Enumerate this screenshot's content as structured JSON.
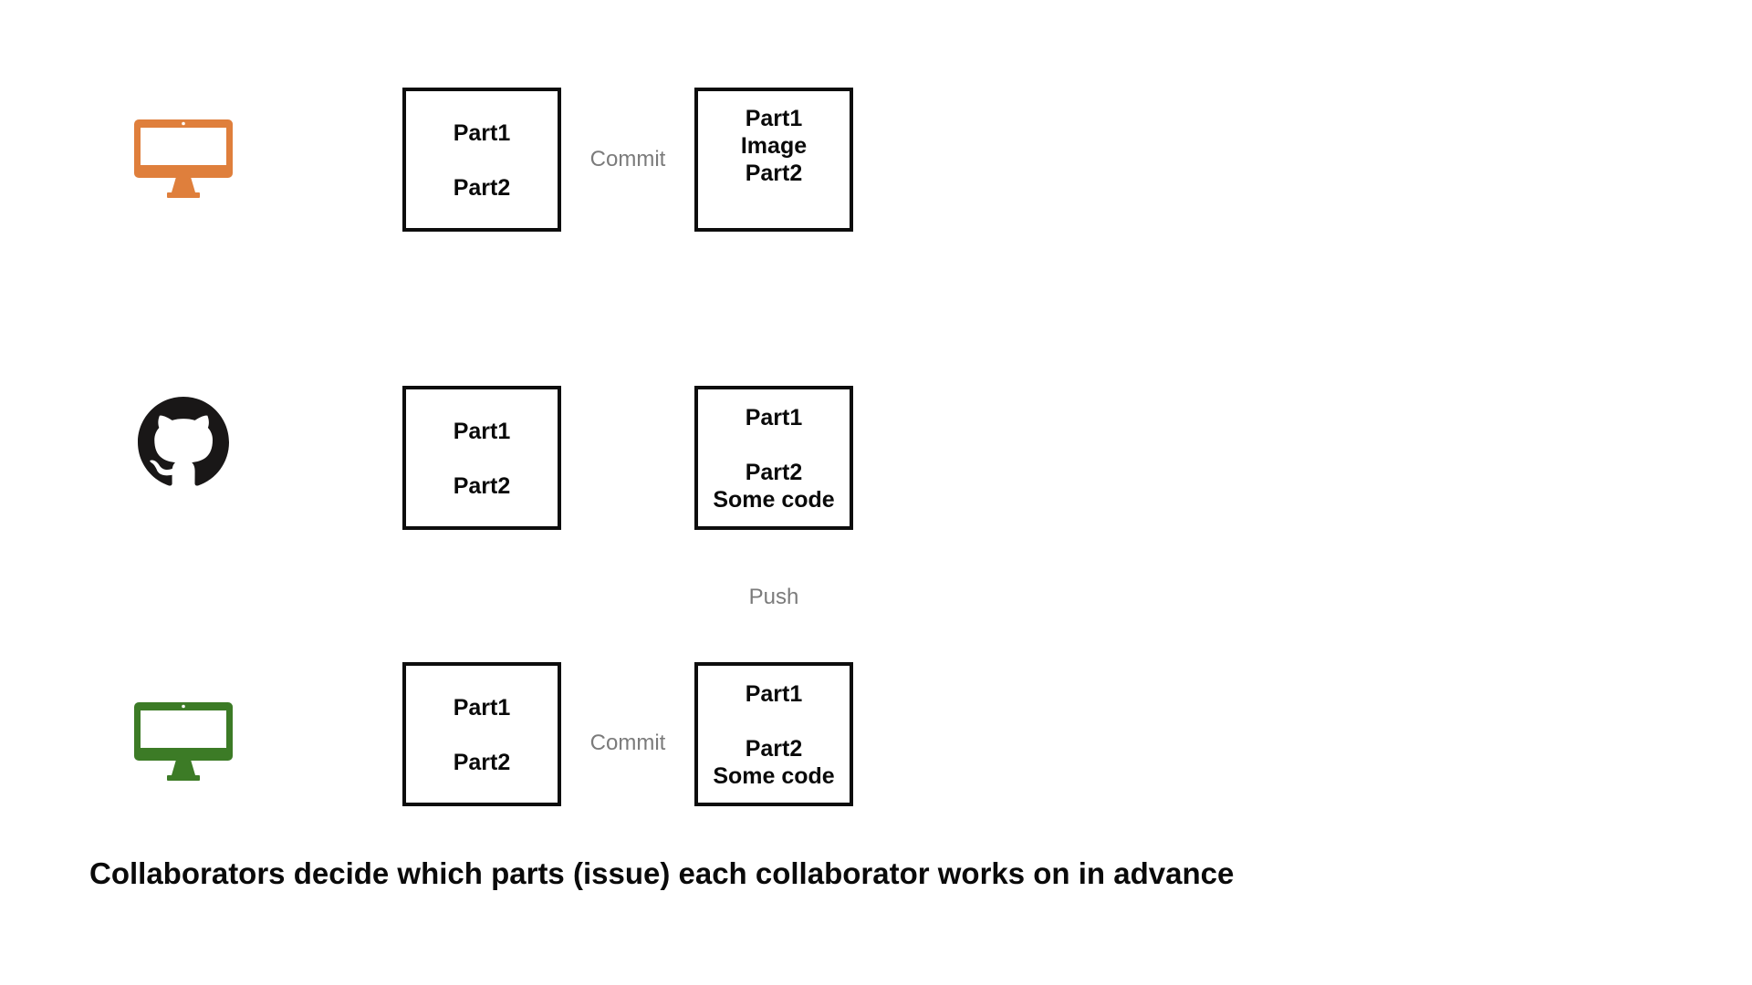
{
  "caption": "Collaborators decide which parts (issue) each collaborator works on in advance",
  "actions": {
    "commit_row1": "Commit",
    "push": "Push",
    "commit_row3": "Commit"
  },
  "rows": {
    "collaborator1": {
      "icon": "orange-desktop-computer",
      "left_box_lines": [
        "Part1",
        "Part2"
      ],
      "right_box_lines": [
        "Part1",
        "Image",
        "Part2"
      ]
    },
    "github": {
      "icon": "github-octocat-logo",
      "left_box_lines": [
        "Part1",
        "Part2"
      ],
      "right_box_lines": [
        "Part1",
        "Part2",
        "Some code"
      ]
    },
    "collaborator2": {
      "icon": "green-desktop-computer",
      "left_box_lines": [
        "Part1",
        "Part2"
      ],
      "right_box_lines": [
        "Part1",
        "Part2",
        "Some code"
      ]
    }
  },
  "colors": {
    "collaborator1_accent": "#DF7F3C",
    "collaborator2_accent": "#3C7B26",
    "github_logo": "#191717",
    "action_label": "#7B7B7B",
    "box_border": "#0D0D0D",
    "background": "#FFFFFF"
  }
}
